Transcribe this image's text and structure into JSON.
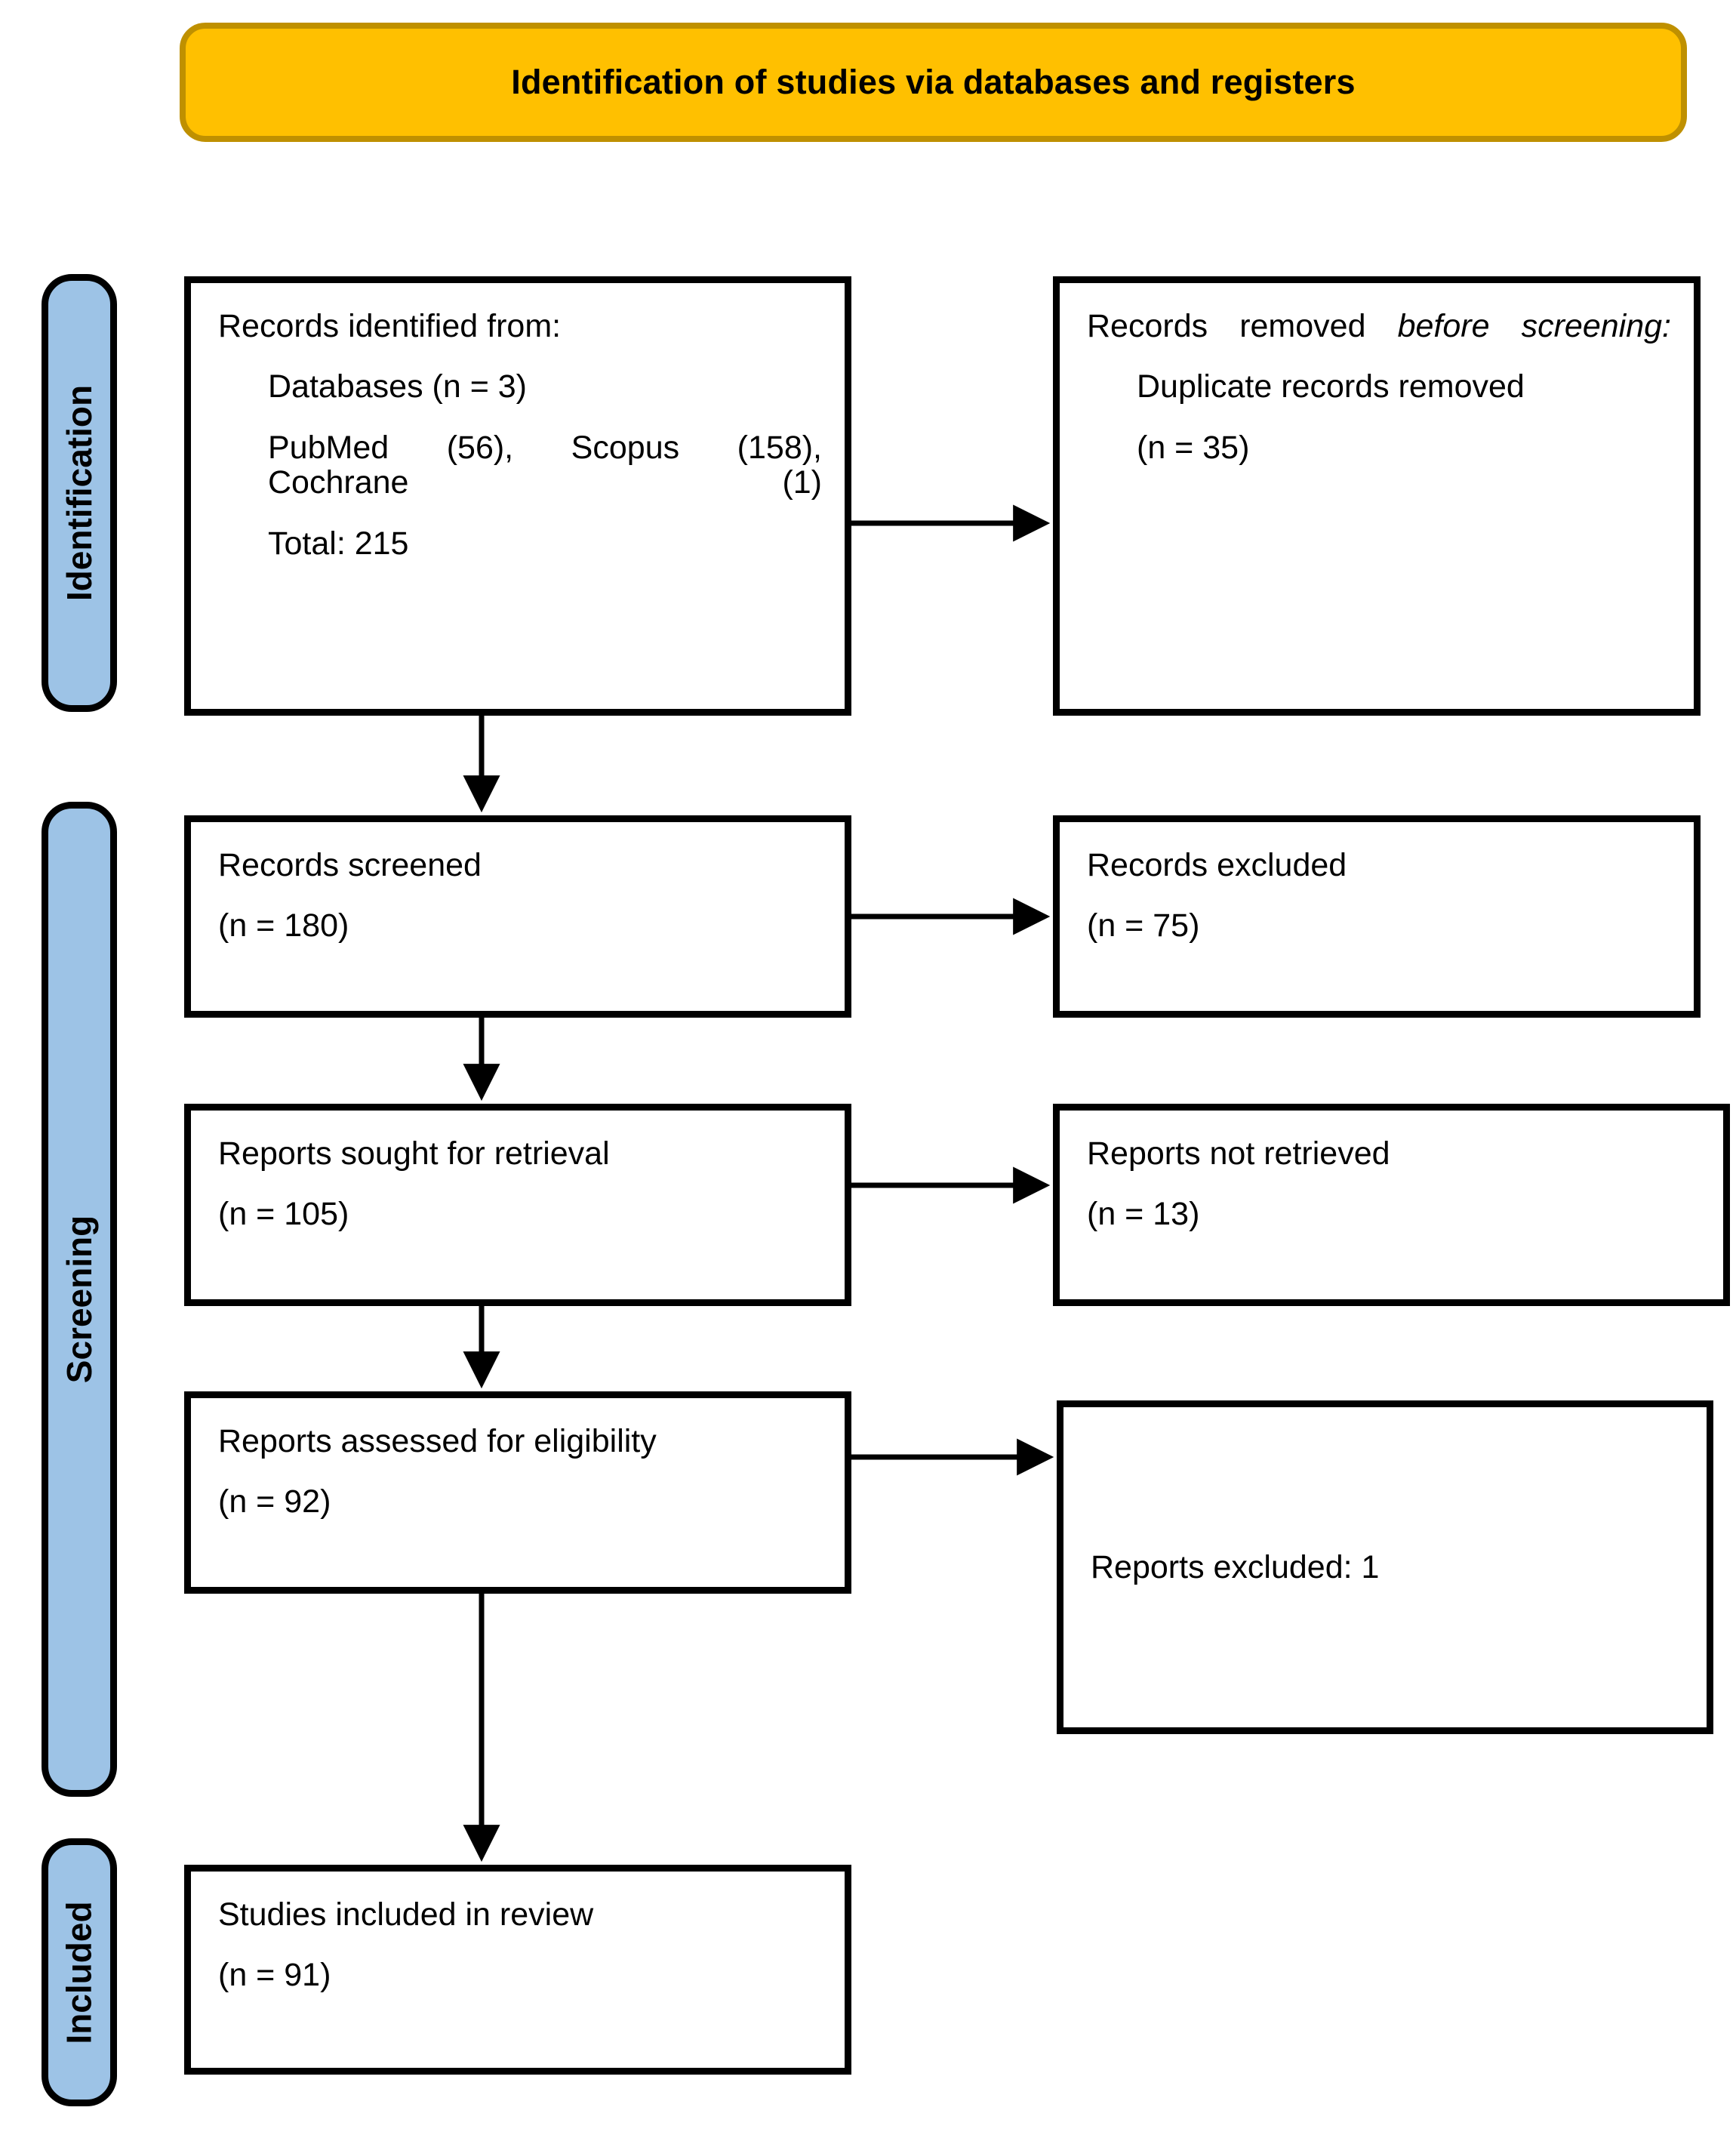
{
  "header": {
    "title": "Identification of studies via databases and registers",
    "bg_color": "#FFC000",
    "border_color": "#BF9000"
  },
  "stages": {
    "pill_color": "#9DC3E6",
    "items": [
      {
        "id": "identification",
        "label": "Identification"
      },
      {
        "id": "screening",
        "label": "Screening"
      },
      {
        "id": "included",
        "label": "Included"
      }
    ]
  },
  "boxes": {
    "identified": {
      "line1": "Records identified from:",
      "line2": "Databases (n = 3)",
      "line3": "PubMed (56), Scopus (158), Cochrane (1)",
      "line4": "Total: 215"
    },
    "removed": {
      "line1_a": "Records removed ",
      "line1_b": "before screening",
      "line1_c": ":",
      "line2": "Duplicate records removed",
      "line3": "(n = 35)"
    },
    "screened": {
      "line1": "Records screened",
      "line2": "(n = 180)"
    },
    "excluded": {
      "line1": "Records excluded",
      "line2": "(n = 75)"
    },
    "sought": {
      "line1": "Reports sought for retrieval",
      "line2": "(n = 105)"
    },
    "not_retrieved": {
      "line1": "Reports not retrieved",
      "line2": "(n = 13)"
    },
    "assessed": {
      "line1": "Reports assessed for eligibility",
      "line2": "(n = 92)"
    },
    "reports_excluded": {
      "line1": "Reports excluded: 1"
    },
    "included": {
      "line1": "Studies included in review",
      "line2": "(n = 91)"
    }
  },
  "chart_data": {
    "type": "diagram",
    "title": "Identification of studies via databases and registers",
    "nodes": [
      {
        "id": "identified",
        "stage": "Identification",
        "label": "Records identified from: Databases (n = 3); PubMed (56), Scopus (158), Cochrane (1); Total: 215",
        "n": 215
      },
      {
        "id": "removed",
        "stage": "Identification",
        "label": "Records removed before screening: Duplicate records removed (n = 35)",
        "n": 35
      },
      {
        "id": "screened",
        "stage": "Screening",
        "label": "Records screened (n = 180)",
        "n": 180
      },
      {
        "id": "excluded",
        "stage": "Screening",
        "label": "Records excluded (n = 75)",
        "n": 75
      },
      {
        "id": "sought",
        "stage": "Screening",
        "label": "Reports sought for retrieval (n = 105)",
        "n": 105
      },
      {
        "id": "not_retrieved",
        "stage": "Screening",
        "label": "Reports not retrieved (n = 13)",
        "n": 13
      },
      {
        "id": "assessed",
        "stage": "Screening",
        "label": "Reports assessed for eligibility (n = 92)",
        "n": 92
      },
      {
        "id": "reports_excluded",
        "stage": "Screening",
        "label": "Reports excluded: 1",
        "n": 1
      },
      {
        "id": "included",
        "stage": "Included",
        "label": "Studies included in review (n = 91)",
        "n": 91
      }
    ],
    "edges": [
      {
        "from": "identified",
        "to": "removed",
        "direction": "right"
      },
      {
        "from": "identified",
        "to": "screened",
        "direction": "down"
      },
      {
        "from": "screened",
        "to": "excluded",
        "direction": "right"
      },
      {
        "from": "screened",
        "to": "sought",
        "direction": "down"
      },
      {
        "from": "sought",
        "to": "not_retrieved",
        "direction": "right"
      },
      {
        "from": "sought",
        "to": "assessed",
        "direction": "down"
      },
      {
        "from": "assessed",
        "to": "reports_excluded",
        "direction": "right"
      },
      {
        "from": "assessed",
        "to": "included",
        "direction": "down"
      }
    ],
    "databases": [
      {
        "name": "PubMed",
        "records": 56
      },
      {
        "name": "Scopus",
        "records": 158
      },
      {
        "name": "Cochrane",
        "records": 1
      }
    ]
  }
}
